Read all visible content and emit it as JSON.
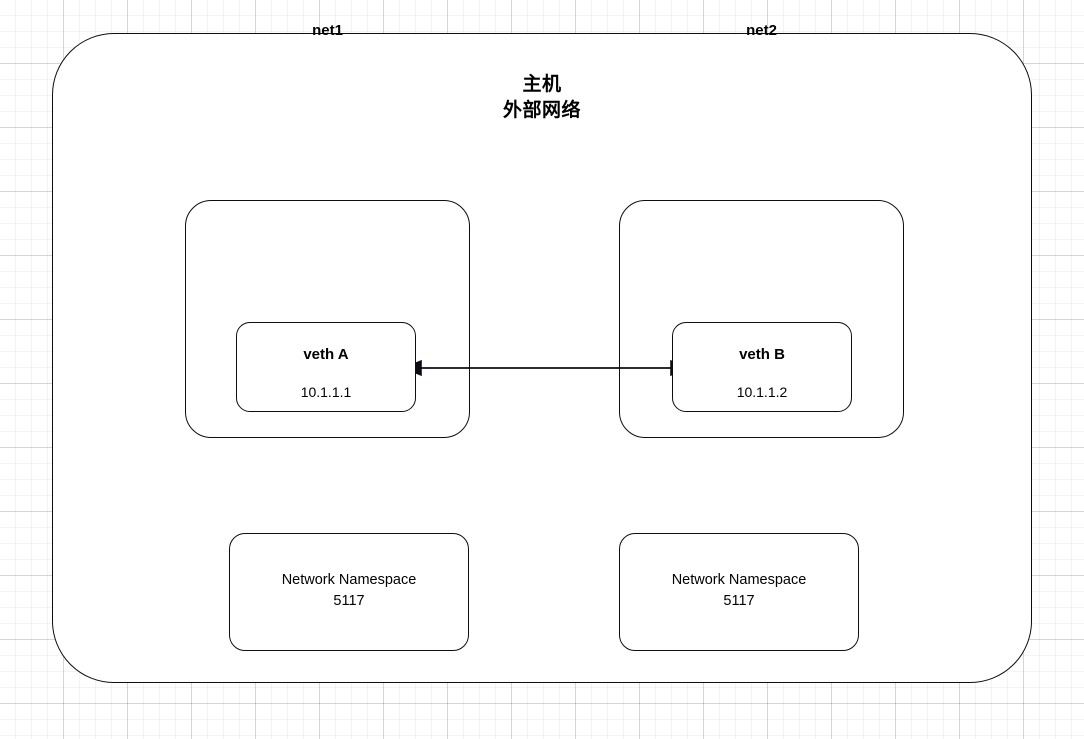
{
  "diagram": {
    "title": "Linux veth pair network namespace diagram",
    "host": {
      "label": "主机\n外部网络"
    },
    "networks": [
      {
        "id": "net1",
        "label": "net1",
        "interface": {
          "name": "veth A",
          "ip": "10.1.1.1"
        },
        "namespace": {
          "label": "Network Namespace\n5117"
        }
      },
      {
        "id": "net2",
        "label": "net2",
        "interface": {
          "name": "veth B",
          "ip": "10.1.1.2"
        },
        "namespace": {
          "label": "Network Namespace\n5117"
        }
      }
    ],
    "connector": {
      "name": "veth-pair-link",
      "style": "double-headed-arrow"
    },
    "colors": {
      "stroke": "#0d0d14",
      "fill": "#ffffff",
      "grid_minor": "#f0f0f0",
      "grid_major": "#e0e0e0",
      "text": "#000000"
    }
  }
}
